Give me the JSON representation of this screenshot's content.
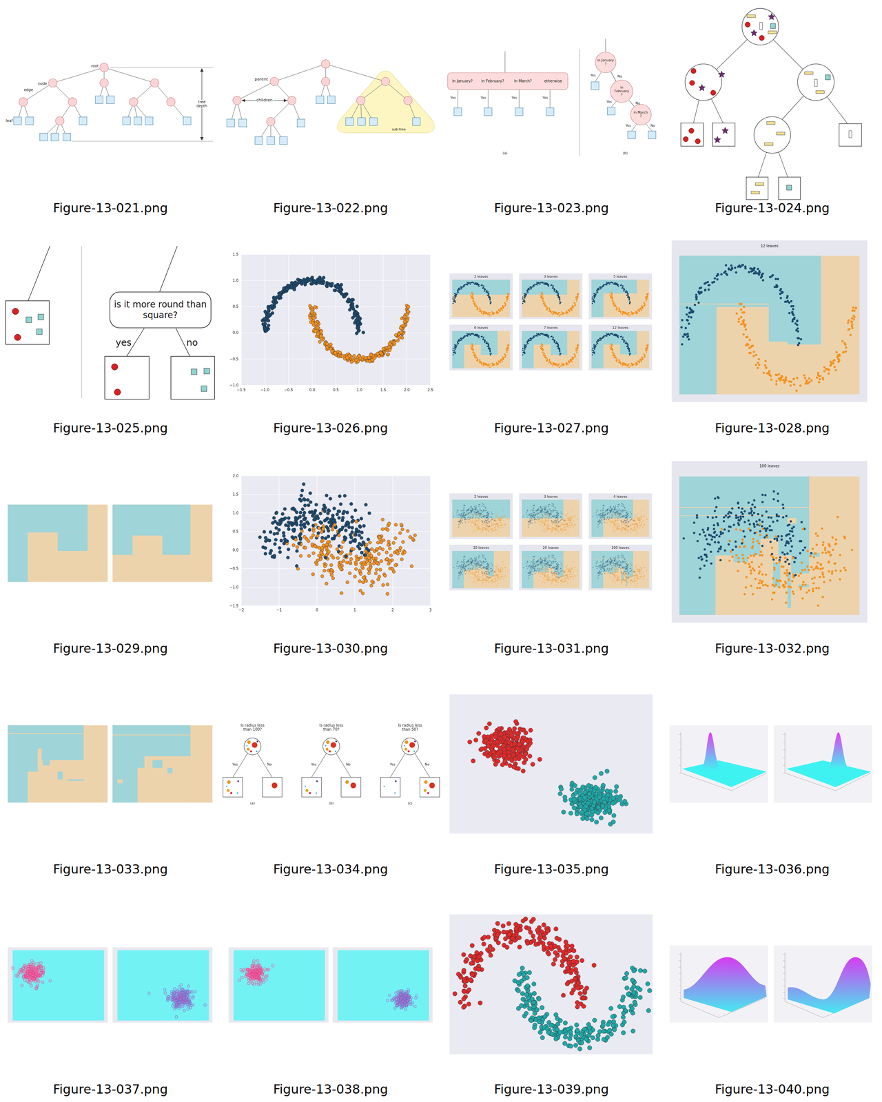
{
  "diagram": {
    "nodes": [
      {
        "text": [
          "in January?",
          "in February?",
          "in March?",
          "otherwise"
        ]
      },
      {
        "text": [
          "in January ?"
        ]
      },
      {
        "text": [
          "in February ?"
        ]
      },
      {
        "text": [
          "in March ?"
        ]
      },
      {
        "text": [
          "is it more round than square?"
        ]
      }
    ],
    "edges": [
      {
        "from": 1,
        "to": 2,
        "arrow": "none",
        "label": "No"
      },
      {
        "from": 2,
        "to": 3,
        "arrow": "none",
        "label": "No"
      }
    ],
    "labels": [
      "root",
      "node",
      "edge",
      "leaf",
      "tree depth",
      "parent",
      "children",
      "sub-tree",
      "Yes",
      "Yes",
      "Yes",
      "Yes",
      "(a)",
      "Yes",
      "Yes",
      "Yes",
      "No",
      "(b)",
      "yes",
      "no",
      "−1.5",
      "−1.0",
      "−0.5",
      "0.0",
      "0.5",
      "1.0",
      "1.5",
      "2.0",
      "2.5",
      "1.5",
      "1.0",
      "0.5",
      "0.0",
      "−0.5",
      "−1.0",
      "2 leaves",
      "3 leaves",
      "5 leaves",
      "6 leaves",
      "7 leaves",
      "12 leaves",
      "12 leaves",
      "−2",
      "−1",
      "0",
      "1",
      "2",
      "3",
      "2.0",
      "1.5",
      "1.0",
      "0.5",
      "0.0",
      "−0.5",
      "−1.0",
      "−1.5",
      "2 leaves",
      "3 leaves",
      "4 leaves",
      "10 leaves",
      "20 leaves",
      "100 leaves",
      "100 leaves",
      "Is radius less than 100?",
      "Yes",
      "No",
      "(a)",
      "Is radius less than 70?",
      "Yes",
      "No",
      "(b)",
      "Is radius less than 50?",
      "Yes",
      "No",
      "(c)",
      "Figure-13-021.png",
      "Figure-13-022.png",
      "Figure-13-023.png",
      "Figure-13-024.png",
      "Figure-13-025.png",
      "Figure-13-026.png",
      "Figure-13-027.png",
      "Figure-13-028.png",
      "Figure-13-029.png",
      "Figure-13-030.png",
      "Figure-13-031.png",
      "Figure-13-032.png",
      "Figure-13-033.png",
      "Figure-13-034.png",
      "Figure-13-035.png",
      "Figure-13-036.png",
      "Figure-13-037.png",
      "Figure-13-038.png",
      "Figure-13-039.png",
      "Figure-13-040.png"
    ]
  }
}
